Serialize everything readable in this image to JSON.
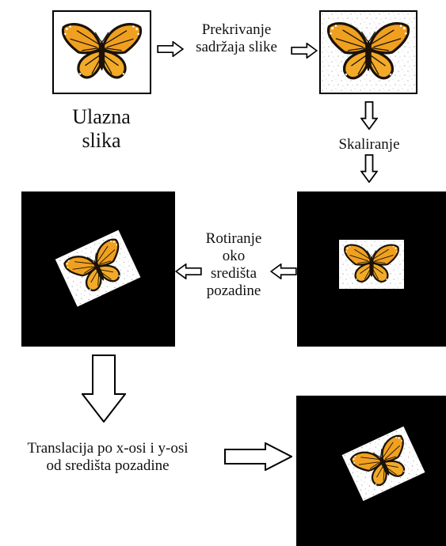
{
  "labels": {
    "input_line1": "Ulazna",
    "input_line2": "slika",
    "overlap_line1": "Prekrivanje",
    "overlap_line2": "sadržaja slike",
    "scaling": "Skaliranje",
    "rotation_line1": "Rotiranje",
    "rotation_line2": "oko",
    "rotation_line3": "središta",
    "rotation_line4": "pozadine",
    "translation_line1": "Translacija po x-osi i y-osi",
    "translation_line2": "od središta pozadine"
  },
  "colors": {
    "background_canvas": "#000000",
    "wing_orange": "#f0a020",
    "wing_black": "#1a1208",
    "noise_gray": "#9a9a9a"
  },
  "rotation_angle_deg": -25
}
